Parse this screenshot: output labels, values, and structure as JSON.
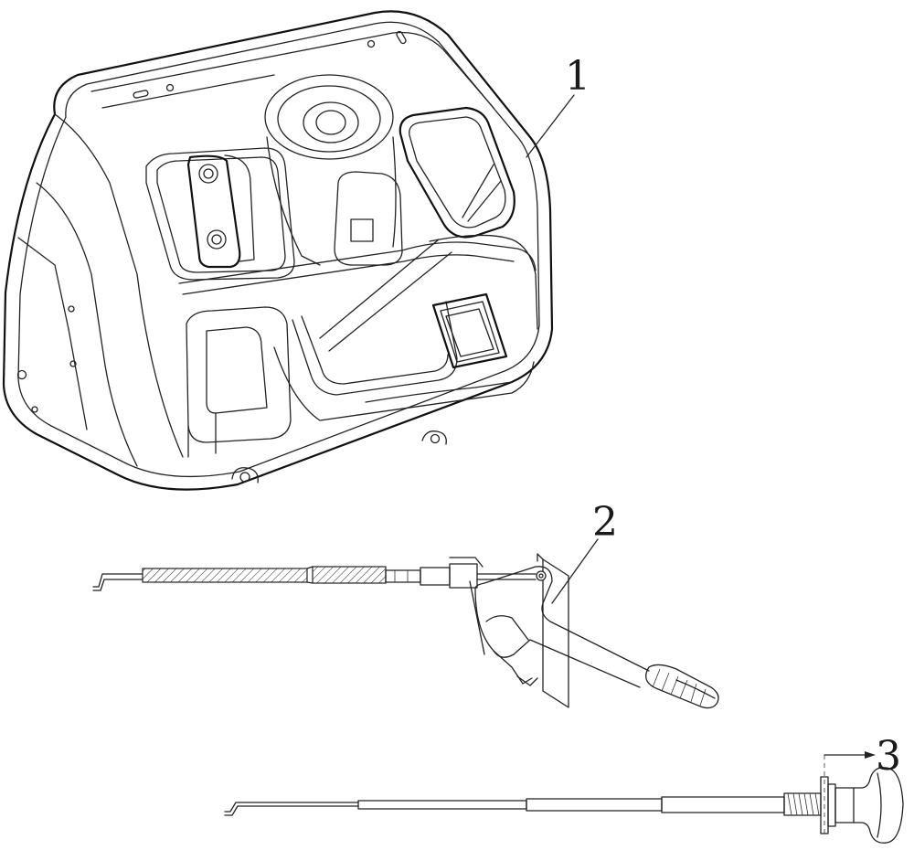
{
  "labels": {
    "part1": "1",
    "part2": "2",
    "part3": "3"
  },
  "colors": {
    "line": "#222222",
    "background": "#ffffff"
  }
}
